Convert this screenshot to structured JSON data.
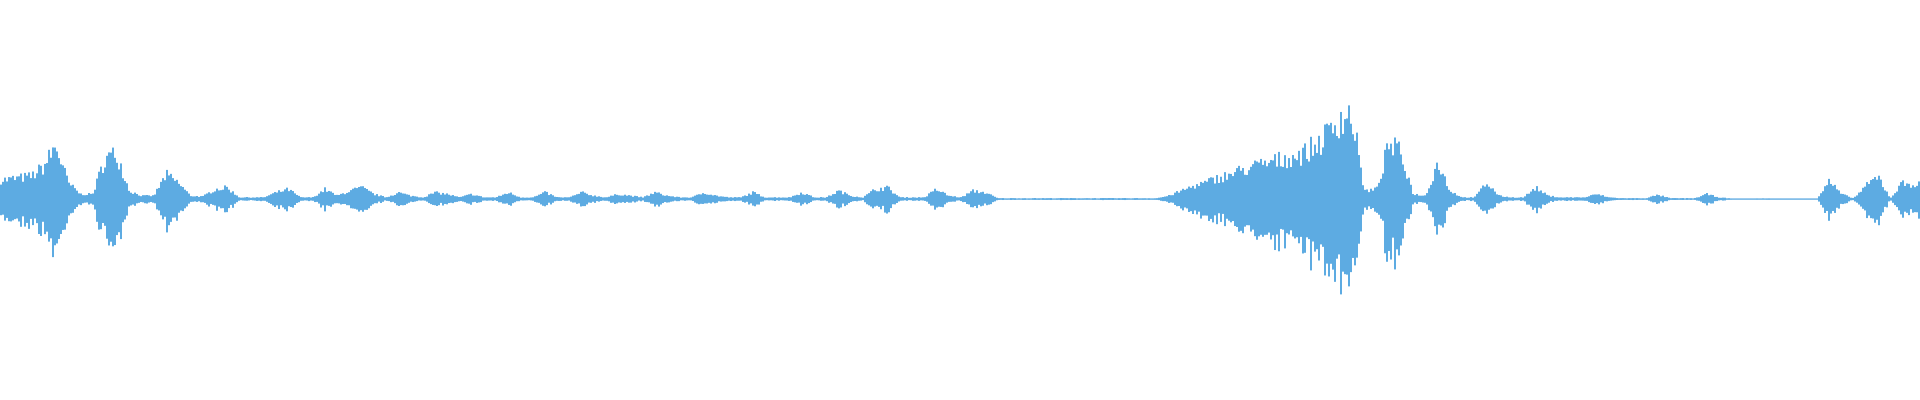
{
  "waveform": {
    "color": "#5dabe2",
    "background": "#ffffff",
    "channels": 1,
    "amplitude_scale": [
      -1,
      1
    ],
    "envelope_peaks": [
      0.12,
      0.13,
      0.14,
      0.2,
      0.33,
      0.1,
      0.03,
      0.03,
      0.25,
      0.28,
      0.05,
      0.02,
      0.02,
      0.15,
      0.1,
      0.02,
      0.015,
      0.06,
      0.07,
      0.01,
      0.01,
      0.01,
      0.04,
      0.06,
      0.01,
      0.01,
      0.06,
      0.02,
      0.05,
      0.07,
      0.03,
      0.01,
      0.04,
      0.02,
      0.01,
      0.04,
      0.03,
      0.01,
      0.03,
      0.01,
      0.01,
      0.04,
      0.01,
      0.01,
      0.04,
      0.01,
      0.01,
      0.04,
      0.02,
      0.01,
      0.03,
      0.02,
      0.01,
      0.04,
      0.02,
      0.01,
      0.01,
      0.04,
      0.02,
      0.01,
      0.01,
      0.04,
      0.01,
      0.01,
      0.01,
      0.04,
      0.01,
      0.01,
      0.05,
      0.02,
      0.01,
      0.06,
      0.07,
      0.01,
      0.01,
      0.01,
      0.06,
      0.02,
      0.01,
      0.05,
      0.04,
      0.005,
      0.005,
      0.005,
      0.005,
      0.005,
      0.005,
      0.005,
      0.005,
      0.005,
      0.005,
      0.005,
      0.005,
      0.005,
      0.005,
      0.02,
      0.05,
      0.08,
      0.1,
      0.13,
      0.15,
      0.18,
      0.2,
      0.22,
      0.24,
      0.26,
      0.28,
      0.33,
      0.4,
      0.51,
      0.51,
      0.05,
      0.06,
      0.34,
      0.28,
      0.03,
      0.02,
      0.23,
      0.05,
      0.01,
      0.01,
      0.1,
      0.02,
      0.01,
      0.01,
      0.07,
      0.02,
      0.01,
      0.01,
      0.01,
      0.03,
      0.01,
      0.005,
      0.005,
      0.005,
      0.025,
      0.005,
      0.005,
      0.005,
      0.03,
      0.01,
      0.003,
      0,
      0.004,
      0.004,
      0.002,
      0.002,
      0.002,
      0.002,
      0.11,
      0.03,
      0.005,
      0.08,
      0.14,
      0.005,
      0.1,
      0.09
    ]
  }
}
